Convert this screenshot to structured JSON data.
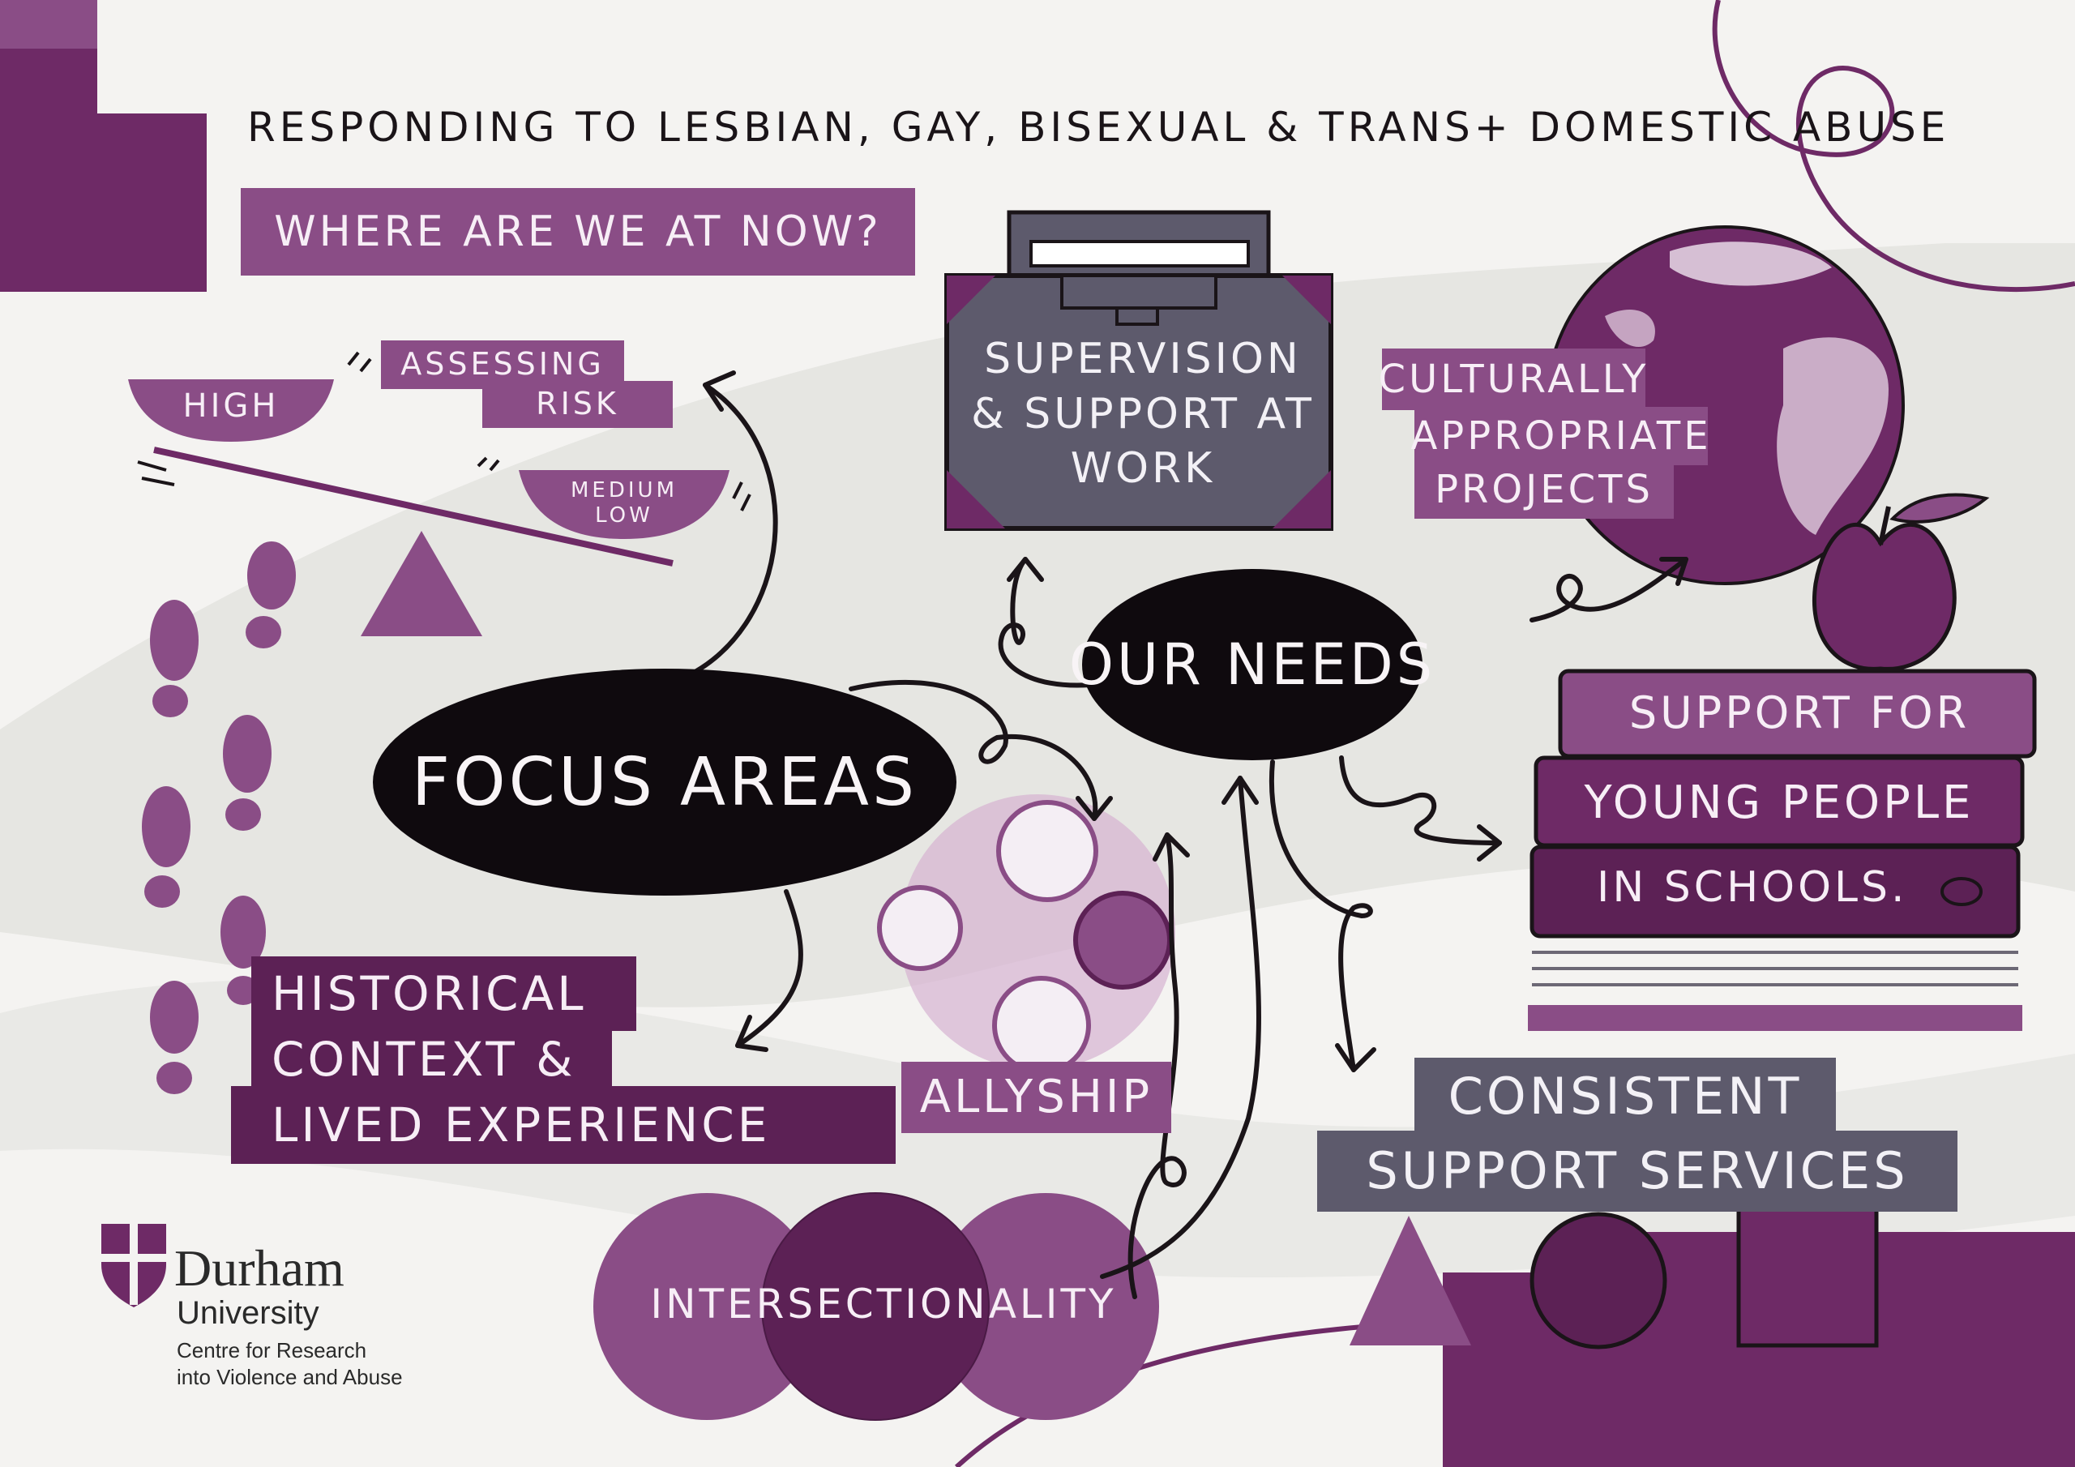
{
  "title": "RESPONDING TO LESBIAN, GAY, BISEXUAL & TRANS+ DOMESTIC ABUSE",
  "where_label": "WHERE ARE WE AT NOW?",
  "assessing_risk": [
    "ASSESSING",
    "RISK"
  ],
  "scale": {
    "high": "HIGH",
    "medium_low": [
      "MEDIUM",
      "LOW"
    ]
  },
  "focus_areas": "FOCUS AREAS",
  "our_needs": "OUR NEEDS",
  "supervision": [
    "SUPERVISION",
    "& SUPPORT AT",
    "WORK"
  ],
  "culturally": [
    "CULTURALLY",
    "APPROPRIATE",
    "PROJECTS"
  ],
  "support_young": [
    "SUPPORT FOR",
    "YOUNG PEOPLE",
    "IN SCHOOLS."
  ],
  "historical": [
    "HISTORICAL",
    "CONTEXT &",
    "LIVED EXPERIENCE"
  ],
  "allyship": "ALLYSHIP",
  "consistent": [
    "CONSISTENT",
    "SUPPORT SERVICES"
  ],
  "intersectionality": "INTERSECTIONALITY",
  "logo": {
    "name": "Durham",
    "university": "University",
    "centre": [
      "Centre for Research",
      "into Violence and Abuse"
    ]
  },
  "colors": {
    "purple": "#8a4d86",
    "dark_purple": "#5c2155",
    "plum": "#6e2a66",
    "grey": "#5d5a6c",
    "ink": "#1a1418",
    "bg": "#f4f3f1"
  }
}
